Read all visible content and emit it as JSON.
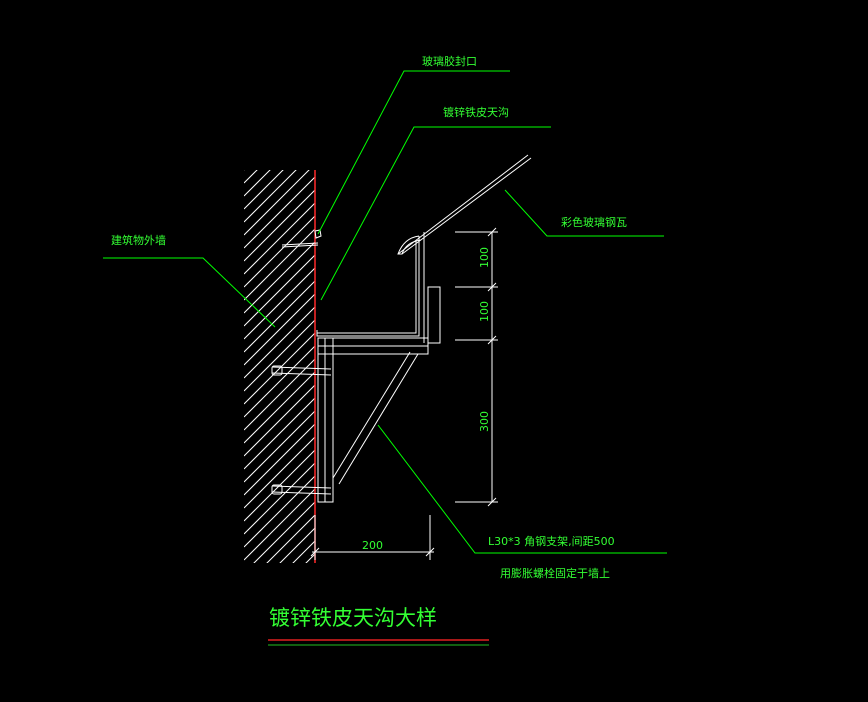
{
  "drawing": {
    "title": "镀锌铁皮天沟大样",
    "labels": {
      "glass_sealant": "玻璃胶封口",
      "gutter": "镀锌铁皮天沟",
      "roof_tile": "彩色玻璃钢瓦",
      "wall": "建筑物外墙",
      "bracket": "L30*3 角钢支架,间距500",
      "bracket_fix": "用膨胀螺栓固定于墙上"
    },
    "dimensions": {
      "d100": "100",
      "d100b": "100",
      "d300": "300",
      "d200": "200"
    }
  },
  "colors": {
    "background": "#000000",
    "leader": "#00ff00",
    "text": "#33ff33",
    "wall_line": "#ff2a2a",
    "drawing": "#ffffff",
    "hatch": "#ffffff",
    "title_red": "#e02020",
    "title_green": "#20c020"
  }
}
